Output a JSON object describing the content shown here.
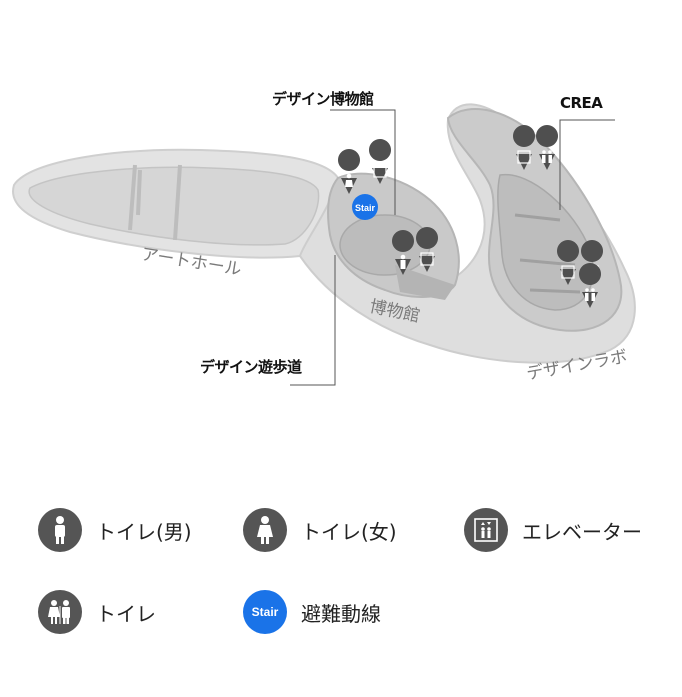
{
  "callouts": {
    "design_museum": "デザイン博物館",
    "crea": "CREA",
    "design_walkway": "デザイン遊歩道"
  },
  "areas": {
    "art_hall": "アートホール",
    "museum": "博物館",
    "design_lab": "デザインラボ"
  },
  "stair_marker": "Stair",
  "legend": {
    "toilet_men": "トイレ(男)",
    "toilet_women": "トイレ(女)",
    "elevator": "エレベーター",
    "toilet": "トイレ",
    "evacuation": "避難動線",
    "stair_badge": "Stair"
  },
  "colors": {
    "icon_gray": "#555555",
    "stair_blue": "#1a73e8",
    "floor_light": "#d9d9d9",
    "floor_mid": "#bdbdbd"
  }
}
